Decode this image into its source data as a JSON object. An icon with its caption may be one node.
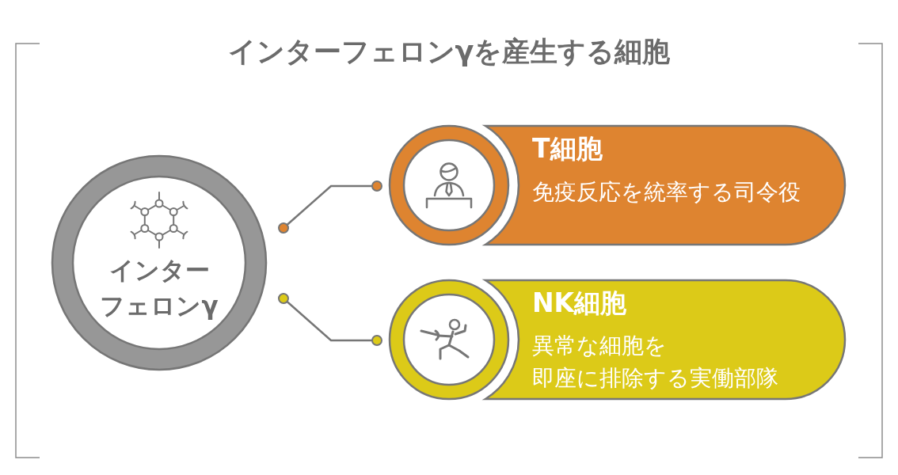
{
  "diagram": {
    "title": "インターフェロンγを産生する細胞",
    "nodes": [
      {
        "text": [
          "インターフェロンγ"
        ]
      },
      {
        "text": [],
        "shape": "circle"
      },
      {
        "text": [
          "T細胞",
          "免疫反応を統率する司令役"
        ]
      },
      {
        "text": [],
        "shape": "circle"
      },
      {
        "text": [
          "NK細胞",
          "異常な細胞を即座に排除する実働部隊"
        ]
      }
    ],
    "edges": [
      {
        "from": 0,
        "to": 1,
        "arrow": "other"
      },
      {
        "from": 0,
        "to": 3,
        "arrow": "other"
      }
    ]
  }
}
